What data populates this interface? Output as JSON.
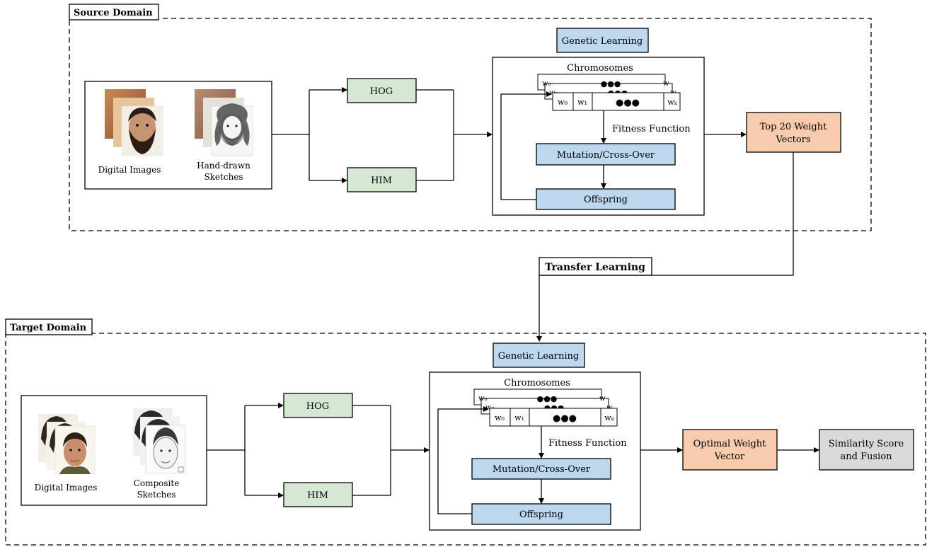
{
  "source": {
    "domain_label": "Source Domain",
    "input_captions": {
      "digital_line1": "Digital Images",
      "sketch_line1": "Hand-drawn",
      "sketch_line2": "Sketches"
    },
    "features": {
      "hog": "HOG",
      "him": "HIM"
    },
    "genetic_learning": "Genetic Learning",
    "chromosomes": "Chromosomes",
    "genes": {
      "w0": "w₀",
      "w1": "w₁",
      "dots": "●●●",
      "wk": "wₖ"
    },
    "fitness_function": "Fitness Function",
    "mutation": "Mutation/Cross-Over",
    "offspring": "Offspring",
    "output": {
      "line1": "Top 20 Weight",
      "line2": "Vectors"
    }
  },
  "transfer_learning": "Transfer Learning",
  "target": {
    "domain_label": "Target Domain",
    "input_captions": {
      "digital_line1": "Digital Images",
      "sketch_line1": "Composite",
      "sketch_line2": "Sketches"
    },
    "features": {
      "hog": "HOG",
      "him": "HIM"
    },
    "genetic_learning": "Genetic Learning",
    "chromosomes": "Chromosomes",
    "genes": {
      "w0": "w₀",
      "w1": "w₁",
      "dots": "●●●",
      "wk": "wₖ"
    },
    "fitness_function": "Fitness Function",
    "mutation": "Mutation/Cross-Over",
    "offspring": "Offspring",
    "output": {
      "line1": "Optimal Weight",
      "line2": "Vector"
    },
    "similarity": {
      "line1": "Similarity Score",
      "line2": "and Fusion"
    }
  },
  "colors": {
    "feature_fill": "#d5e8d4",
    "genetic_fill": "#bdd7ee",
    "output_fill": "#f8cbad",
    "similarity_fill": "#d9d9d9"
  }
}
